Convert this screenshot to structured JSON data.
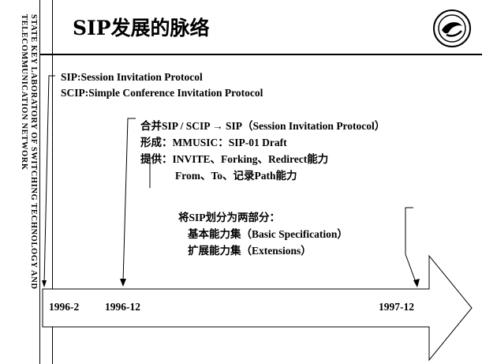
{
  "sidebar": {
    "text": "STATE KEY LABORATORY OF SWITCHING TECHNOLOGY AND TELECOMMUNICATION NETWORK"
  },
  "title": "SIP发展的脉络",
  "logo": {
    "icon": "university-seal-icon"
  },
  "defs": {
    "sip": "SIP:Session Invitation Protocol",
    "scip": "SCIP:Simple Conference Invitation Protocol"
  },
  "event_1996_12": {
    "line1": "合并SIP / SCIP → SIP（Session Invitation Protocol）",
    "line2": "形成：MMUSIC：SIP-01 Draft",
    "line3": "提供：INVITE、Forking、Redirect能力",
    "line4": "From、To、记录Path能力"
  },
  "event_1997_12": {
    "line1": "将SIP划分为两部分：",
    "line2": "基本能力集（Basic Specification）",
    "line3": "扩展能力集（Extensions）"
  },
  "timeline": {
    "dates": [
      "1996-2",
      "1996-12",
      "1997-12"
    ]
  }
}
